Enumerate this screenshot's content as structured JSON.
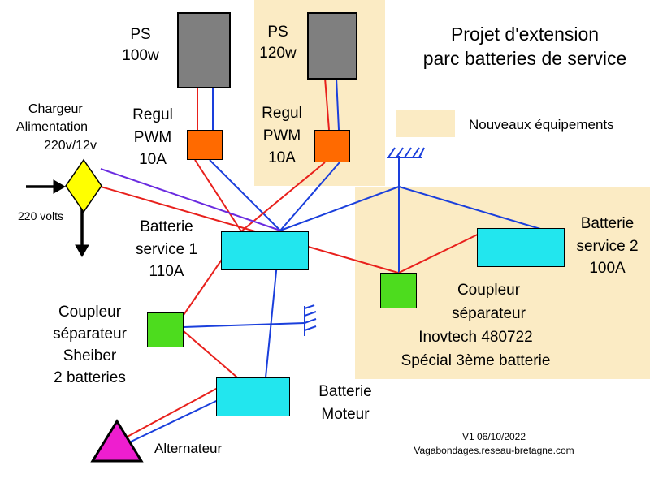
{
  "title": {
    "line1": "Projet d'extension",
    "line2": "parc batteries de service"
  },
  "legend": {
    "label": "Nouveaux équipements",
    "color": "#fbebc4"
  },
  "ps1": {
    "line1": "PS",
    "line2": "100w"
  },
  "ps2": {
    "line1": "PS",
    "line2": "120w"
  },
  "regul1": {
    "line1": "Regul",
    "line2": "PWM",
    "line3": "10A"
  },
  "regul2": {
    "line1": "Regul",
    "line2": "PWM",
    "line3": "10A"
  },
  "charger": {
    "line1": "Chargeur",
    "line2": "Alimentation",
    "line3": "220v/12v",
    "input": "220 volts"
  },
  "battery_service1": {
    "line1": "Batterie",
    "line2": "service 1",
    "line3": "110A"
  },
  "battery_service2": {
    "line1": "Batterie",
    "line2": "service 2",
    "line3": "100A"
  },
  "coupler_new": {
    "line1": "Coupleur",
    "line2": "séparateur",
    "line3": "Inovtech 480722",
    "line4": "Spécial 3ème batterie"
  },
  "coupler_old": {
    "line1": "Coupleur",
    "line2": "séparateur",
    "line3": "Sheiber",
    "line4": "2 batteries"
  },
  "battery_motor": {
    "line1": "Batterie",
    "line2": "Moteur"
  },
  "alternator": {
    "label": "Alternateur"
  },
  "footer": {
    "version": "V1 06/10/2022",
    "site": "Vagabondages.reseau-bretagne.com"
  },
  "colors": {
    "positive_wire": "#e8201c",
    "negative_wire": "#1a3fdc",
    "charger_wire": "#6a2be0",
    "ps": "#7f7f7f",
    "regul": "#ff6a00",
    "battery": "#22e6ee",
    "coupler": "#4ddc1e",
    "charger": "#ffff00",
    "alternator": "#ee1ecf"
  }
}
